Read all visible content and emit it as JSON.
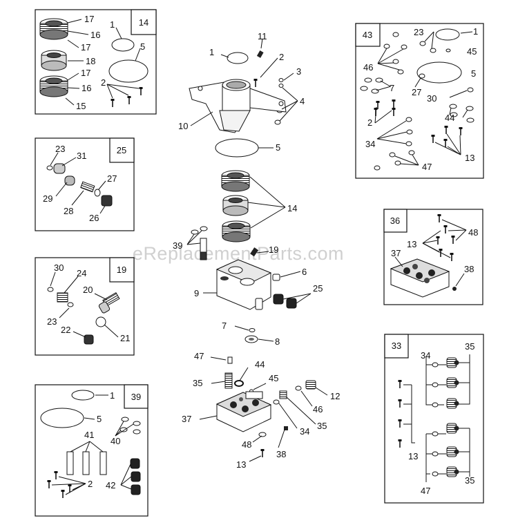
{
  "watermark": "eReplacementParts.com",
  "box14": {
    "title": "14",
    "labels": {
      "l17a": "17",
      "l16a": "16",
      "l17b": "17",
      "l18": "18",
      "l17c": "17",
      "l16b": "16",
      "l15": "15",
      "l1": "1",
      "l5": "5",
      "l2": "2"
    }
  },
  "box25": {
    "title": "25",
    "labels": {
      "l23": "23",
      "l31": "31",
      "l27": "27",
      "l29": "29",
      "l28": "28",
      "l26": "26"
    }
  },
  "box19": {
    "title": "19",
    "labels": {
      "l30": "30",
      "l24": "24",
      "l20": "20",
      "l23": "23",
      "l22": "22",
      "l21": "21"
    }
  },
  "box39": {
    "title": "39",
    "labels": {
      "l1": "1",
      "l5": "5",
      "l41": "41",
      "l40": "40",
      "l2": "2",
      "l42": "42"
    }
  },
  "box43": {
    "title": "43",
    "labels": {
      "l23": "23",
      "l1": "1",
      "l45": "45",
      "l46": "46",
      "l5": "5",
      "l7": "7",
      "l27": "27",
      "l30": "30",
      "l44": "44",
      "l2": "2",
      "l34": "34",
      "l13": "13",
      "l47": "47"
    }
  },
  "box36": {
    "title": "36",
    "labels": {
      "l48": "48",
      "l13": "13",
      "l37": "37",
      "l38": "38"
    }
  },
  "box33": {
    "title": "33",
    "labels": {
      "l34": "34",
      "l35a": "35",
      "l13": "13",
      "l47": "47",
      "l35b": "35"
    }
  },
  "center": {
    "labels": {
      "l11": "11",
      "l1": "1",
      "l2": "2",
      "l3": "3",
      "l4": "4",
      "l10": "10",
      "l5": "5",
      "l14": "14",
      "l39": "39",
      "l19": "19",
      "l6": "6",
      "l9": "9",
      "l25": "25",
      "l7": "7",
      "l8": "8",
      "l47": "47",
      "l44": "44",
      "l35a": "35",
      "l45": "45",
      "l12": "12",
      "l46": "46",
      "l37": "37",
      "l35b": "35",
      "l34": "34",
      "l48": "48",
      "l38": "38",
      "l13": "13"
    }
  }
}
